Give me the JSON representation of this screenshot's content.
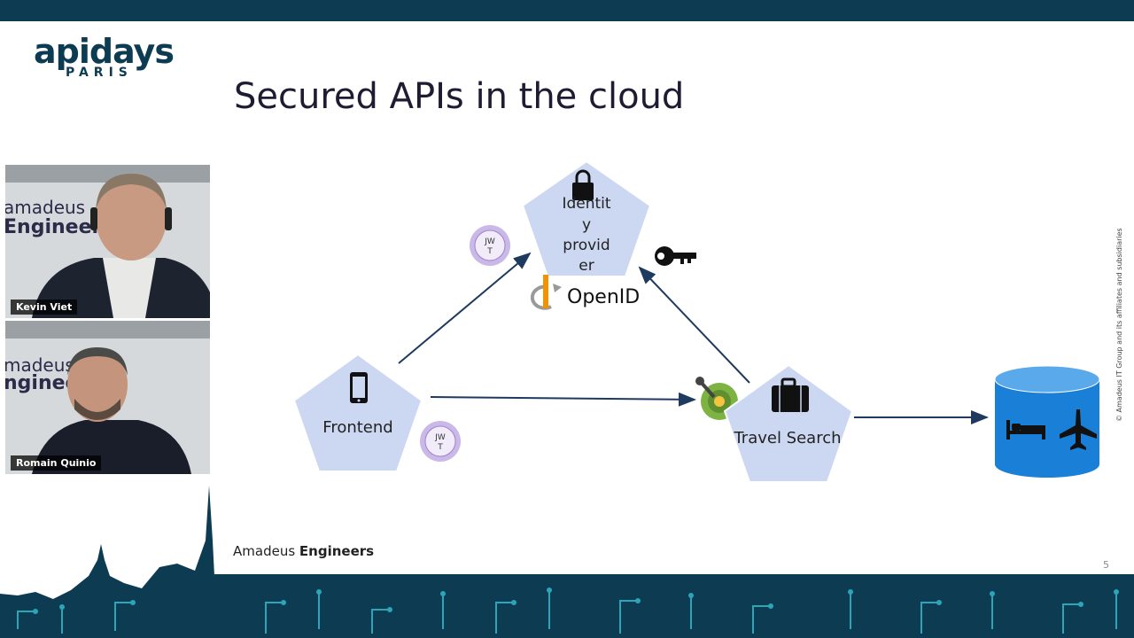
{
  "event": {
    "logo_main": "apidays",
    "logo_sub": "PARIS"
  },
  "slide": {
    "title": "Secured APIs in the cloud",
    "page_number": "5",
    "footer_brand_light": "Amadeus",
    "footer_brand_bold": "Engineers",
    "copyright": "© Amadeus IT Group and its affiliates and subsidiaries"
  },
  "participants": [
    {
      "name": "Kevin Viet",
      "background_text_1": "amadeus",
      "background_text_2": "Engineers"
    },
    {
      "name": "Romain Quinio",
      "background_text_1": "madeus",
      "background_text_2": "ngineers"
    }
  ],
  "diagram": {
    "identity_provider_lines": [
      "Identit",
      "y",
      "provid",
      "er"
    ],
    "openid_label": "OpenID",
    "frontend_label": "Frontend",
    "travel_search_label": "Travel Search",
    "jwt_badge_line1": "JW",
    "jwt_badge_line2": "T"
  },
  "colors": {
    "top_bar": "#0d3b52",
    "pentagon_fill": "#ccd8f2",
    "arrow": "#1f3a5f",
    "jwt_badge": "#c9b8e8",
    "database": "#1a7fd6",
    "skyline": "#0d3b52"
  }
}
